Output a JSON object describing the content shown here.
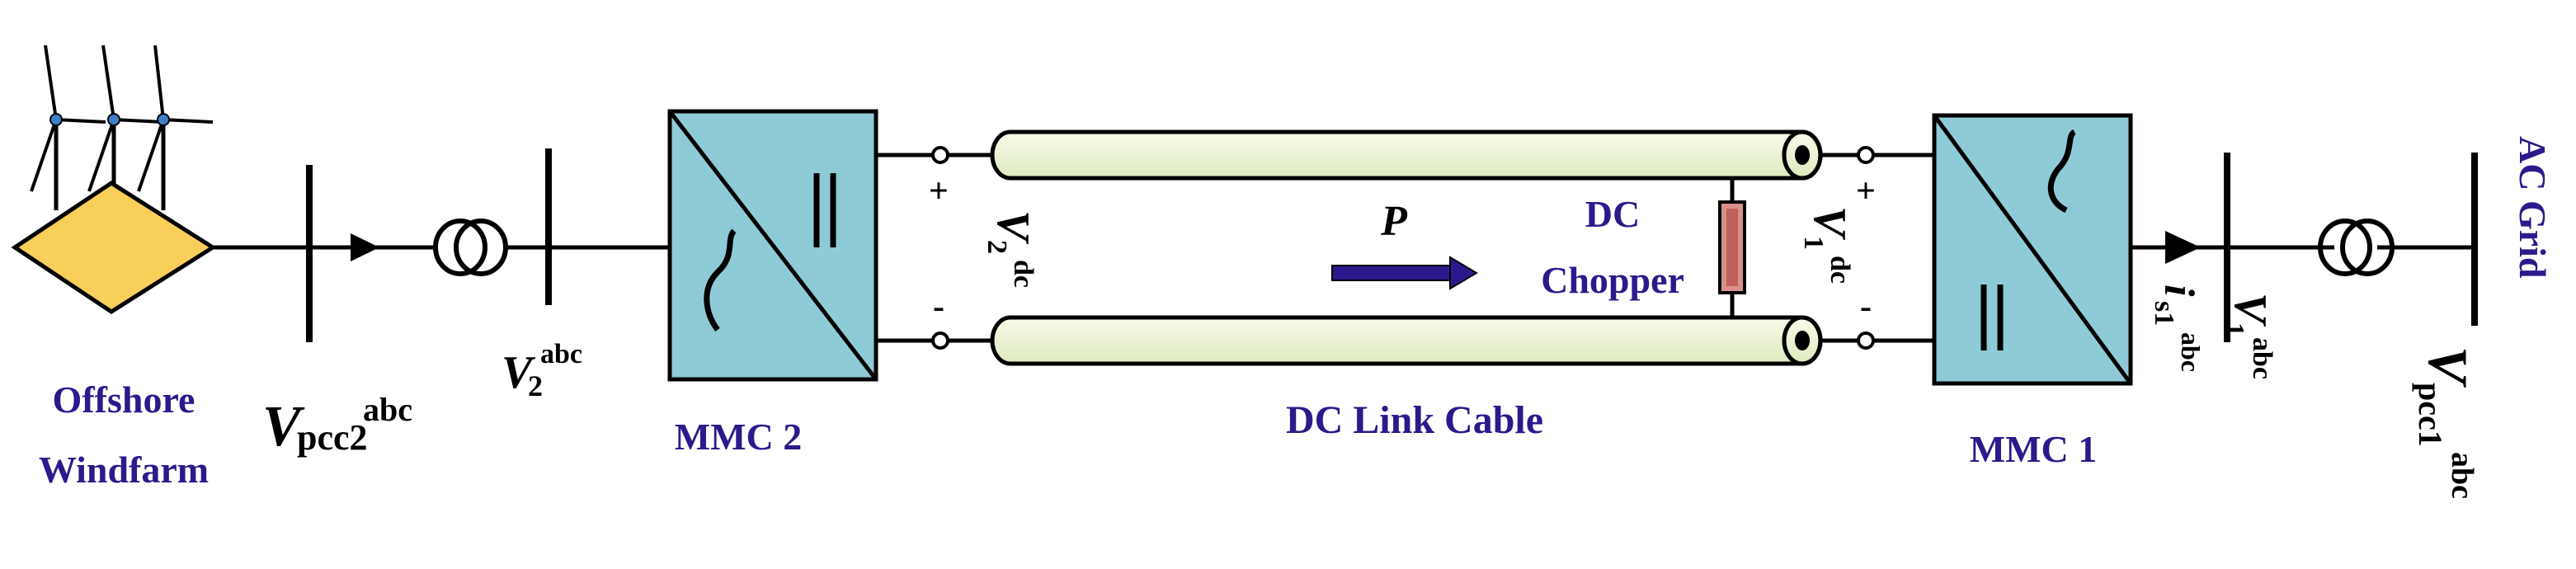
{
  "labels": {
    "windfarm_line1": "Offshore",
    "windfarm_line2": "Windfarm",
    "vpcc2_main": "V",
    "vpcc2_sub": "pcc2",
    "vpcc2_sup": "abc",
    "v2abc_main": "V",
    "v2abc_sub": "2",
    "v2abc_sup": "abc",
    "mmc2": "MMC 2",
    "v2dc_main": "V",
    "v2dc_sub": "2",
    "v2dc_sup": "dc",
    "plus": "+",
    "minus": "-",
    "power": "P",
    "cable": "DC Link Cable",
    "chopper_line1": "DC",
    "chopper_line2": "Chopper",
    "v1dc_main": "V",
    "v1dc_sub": "1",
    "v1dc_sup": "dc",
    "mmc1": "MMC 1",
    "is1_main": "i",
    "is1_sub": "s1",
    "is1_sup": "abc",
    "v1abc_main": "V",
    "v1abc_sub": "1",
    "v1abc_sup": "abc",
    "vpcc1_main": "V",
    "vpcc1_sub": "pcc1",
    "vpcc1_sup": "abc",
    "ac_grid": "AC Grid"
  },
  "colors": {
    "label_blue": "#2a1a8c",
    "mmc_fill": "#8fcbd7",
    "cable_fill": "#eef5d6",
    "windfarm_fill": "#f8cf5a",
    "chopper_fill": "#d9908a",
    "arrow_fill": "#2b1a8e"
  },
  "icons": {
    "windfarm": "wind-turbine-icon",
    "transformer": "transformer-icon",
    "mmc": "converter-icon",
    "chopper": "resistor-icon"
  }
}
